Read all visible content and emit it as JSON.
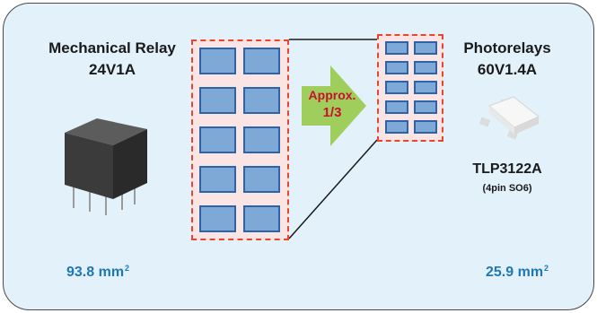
{
  "left": {
    "title": "Mechanical Relay",
    "rating": "24V1A",
    "area_value": "93.8 mm",
    "area_sup": "2"
  },
  "right": {
    "title": "Photorelays",
    "rating": "60V1.4A",
    "part_number": "TLP3122A",
    "package": "(4pin SO6)",
    "area_value": "25.9 mm",
    "area_sup": "2"
  },
  "arrow": {
    "line1": "Approx.",
    "line2": "1/3"
  },
  "colors": {
    "panel_bg": "#e2f1fa",
    "area_text": "#1f78b4",
    "arrow_fill": "#9fce5c",
    "ratio_text": "#c8102e",
    "cell_fill": "#7ea9d6",
    "dashed_border": "#e8452e"
  },
  "icons": [
    "mechanical-relay-image",
    "photorelay-image",
    "reduction-arrow"
  ]
}
